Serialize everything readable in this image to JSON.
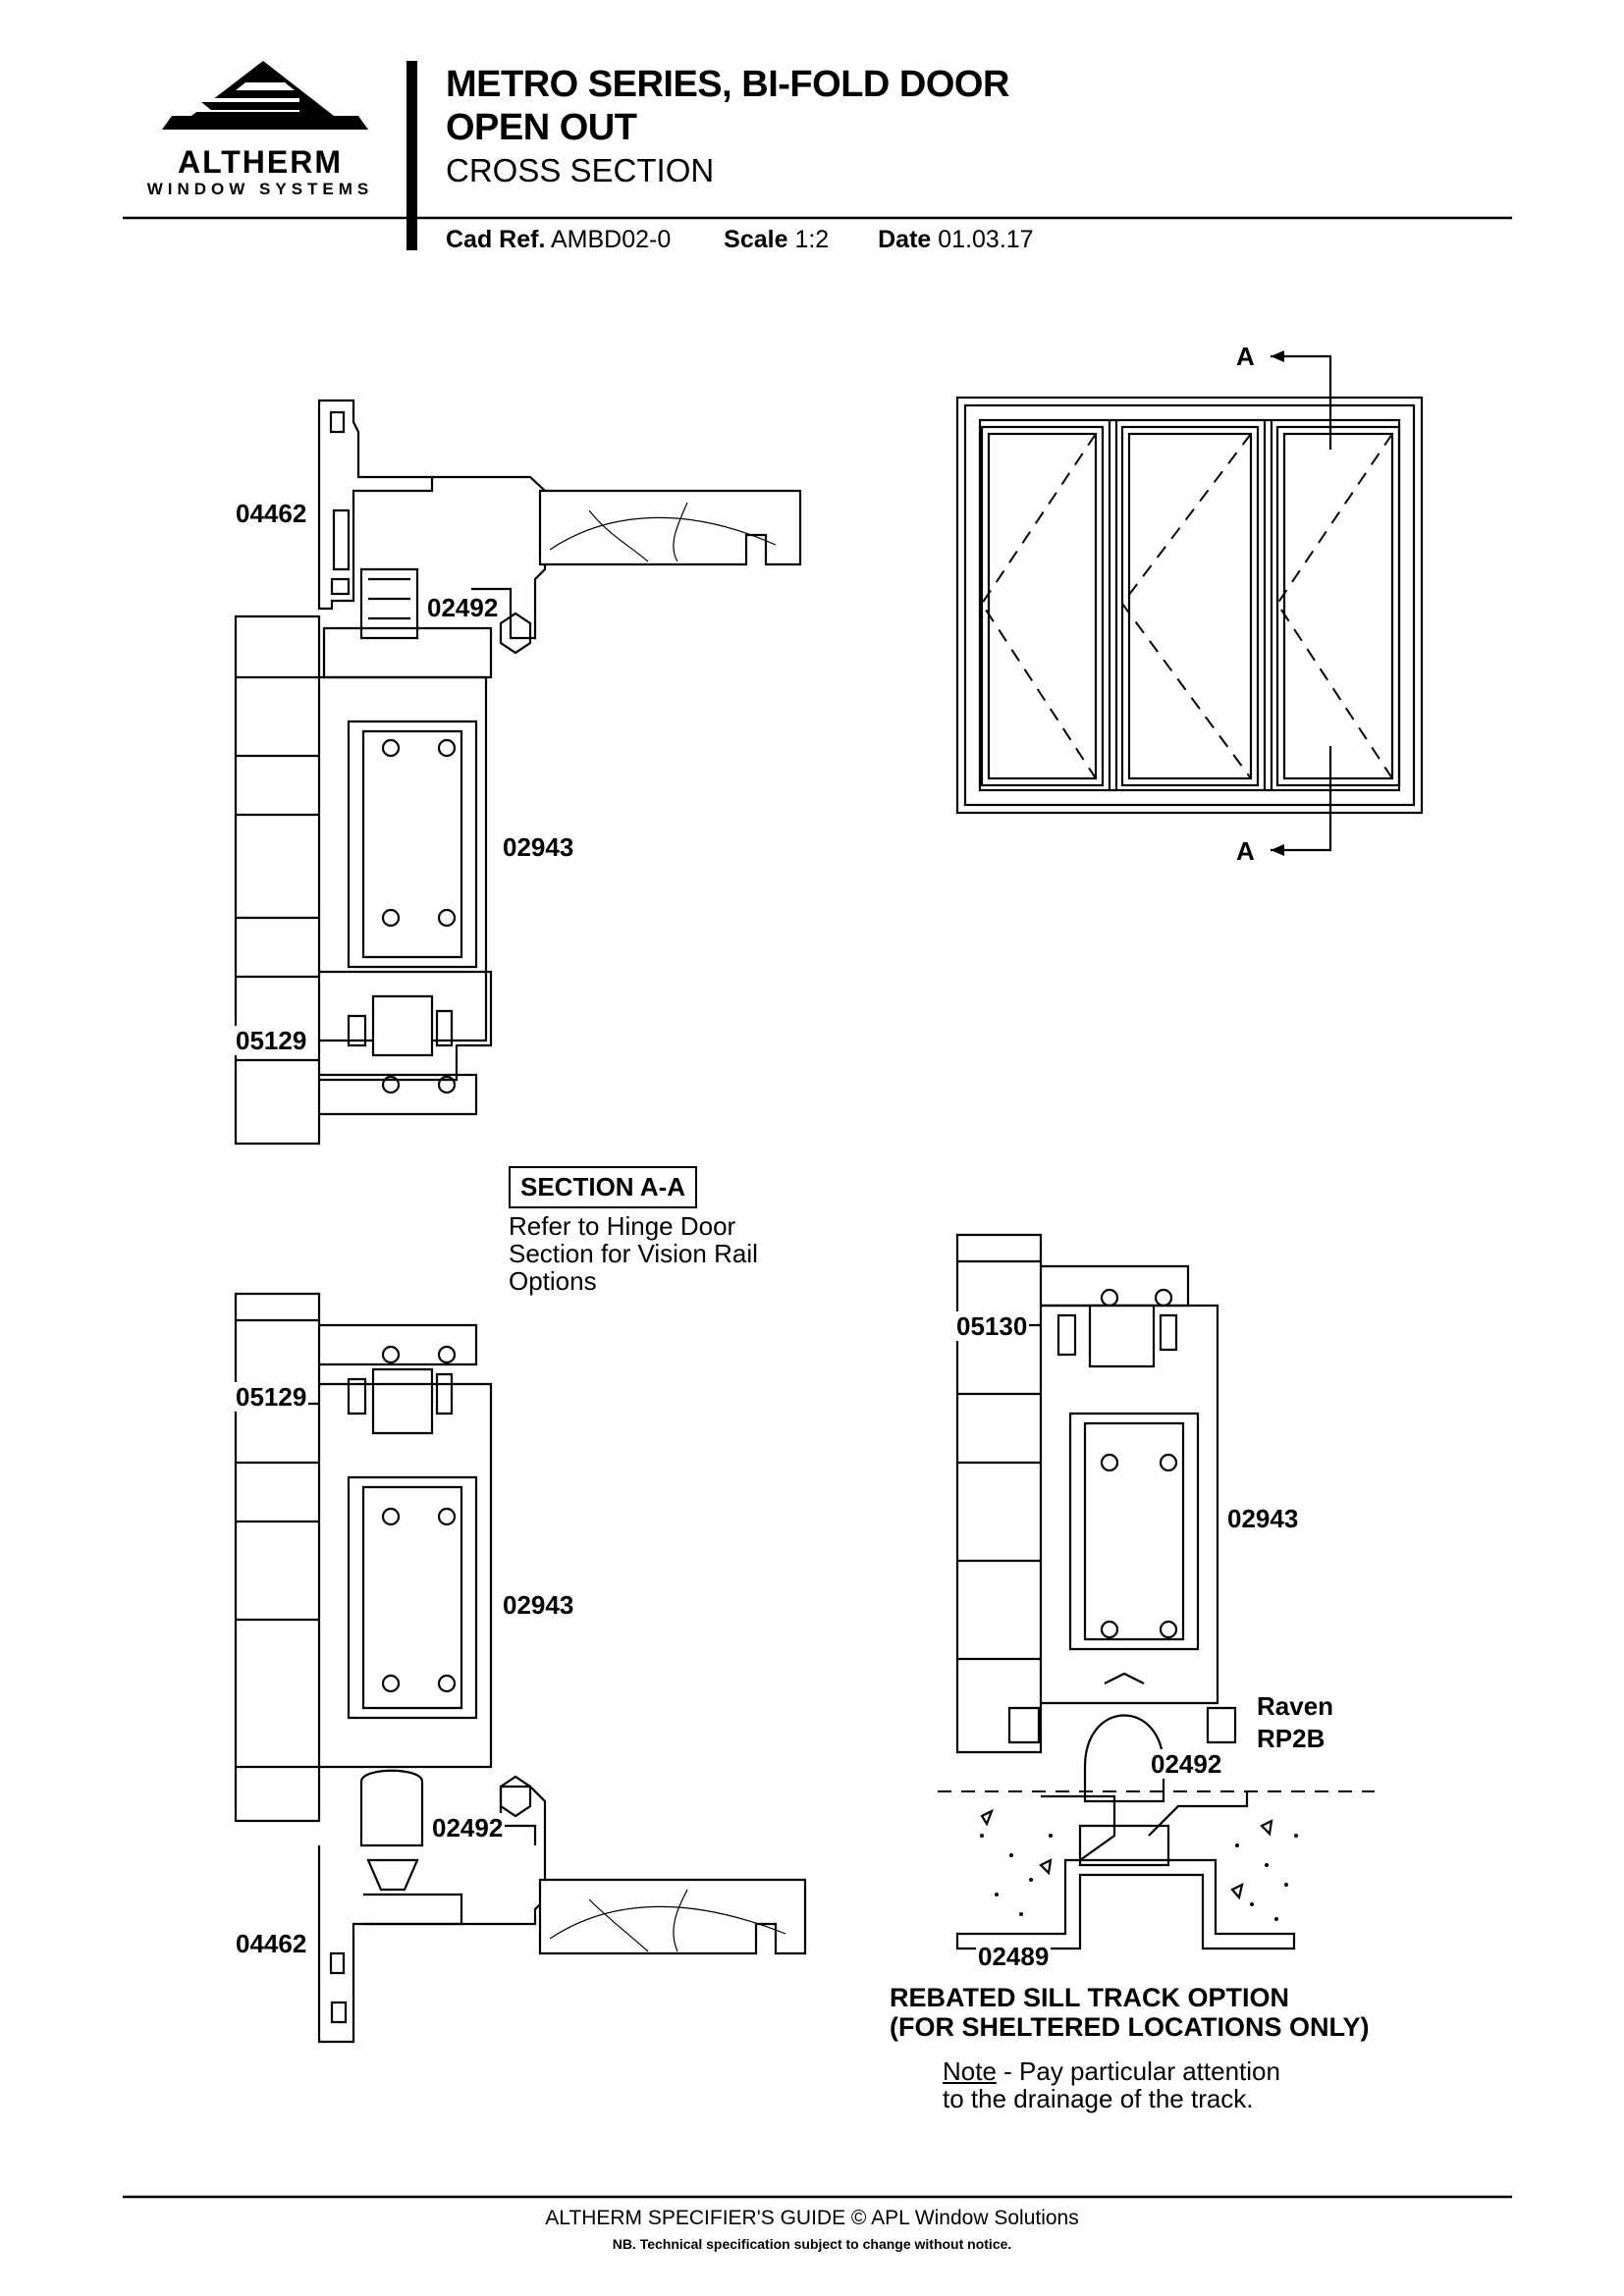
{
  "header": {
    "brand_name": "ALTHERM",
    "brand_sub": "WINDOW SYSTEMS",
    "title_line1": "METRO SERIES, BI-FOLD DOOR",
    "title_line2": "OPEN OUT",
    "subtitle": "CROSS SECTION",
    "cad_ref_label": "Cad Ref.",
    "cad_ref_value": "AMBD02-0",
    "scale_label": "Scale",
    "scale_value": "1:2",
    "date_label": "Date",
    "date_value": "01.03.17"
  },
  "elevation": {
    "section_marker_top": "A",
    "section_marker_bottom": "A"
  },
  "section": {
    "title": "SECTION A-A",
    "note_line1": "Refer to Hinge Door",
    "note_line2": "Section for Vision Rail",
    "note_line3": "Options"
  },
  "labels": {
    "top_04462": "04462",
    "top_02492": "02492",
    "top_02943": "02943",
    "top_05129": "05129",
    "bot_05129": "05129",
    "bot_02943": "02943",
    "bot_02492": "02492",
    "bot_04462": "04462",
    "sill_05130": "05130",
    "sill_02943": "02943",
    "sill_raven_1": "Raven",
    "sill_raven_2": "RP2B",
    "sill_02492": "02492",
    "sill_02489": "02489"
  },
  "sill_option": {
    "title_line1": "REBATED SILL TRACK OPTION",
    "title_line2": "(FOR SHELTERED LOCATIONS ONLY)",
    "note_label": "Note",
    "note_line1": " - Pay particular attention",
    "note_line2": "to the drainage of the track."
  },
  "footer": {
    "line1": "ALTHERM SPECIFIER'S GUIDE  © APL Window Solutions",
    "line2": "NB. Technical specification subject to change without notice."
  }
}
